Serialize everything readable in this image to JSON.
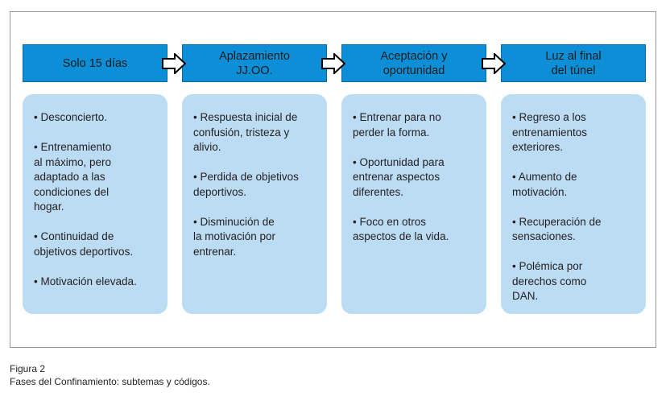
{
  "phases": [
    {
      "title": "Solo 15 días",
      "items": [
        "Desconcierto.",
        "Entrenamiento\n  al máximo, pero\n  adaptado a las\n  condiciones del\n  hogar.",
        "Continuidad de\n  objetivos deportivos.",
        "Motivación elevada."
      ]
    },
    {
      "title": "Aplazamiento\nJJ.OO.",
      "items": [
        "Respuesta inicial de\n  confusión, tristeza y\n  alivio.",
        "Perdida de objetivos\n  deportivos.",
        "Disminución de\n  la motivación por\n  entrenar."
      ]
    },
    {
      "title": "Aceptación y\noportunidad",
      "items": [
        "Entrenar para no\n  perder la forma.",
        "Oportunidad para\n  entrenar aspectos\n  diferentes.",
        "Foco en otros\n  aspectos de la vida."
      ]
    },
    {
      "title": "Luz al final\ndel túnel",
      "items": [
        "Regreso a los\n  entrenamientos\n  exteriores.",
        "Aumento de\n  motivación.",
        "Recuperación de\n  sensaciones.",
        "Polémica por\n  derechos como\n  DAN."
      ]
    }
  ],
  "bullet": "•",
  "caption": {
    "label": "Figura 2",
    "text": "Fases del Confinamiento: subtemas y códigos."
  },
  "colors": {
    "header_fill": "#0c8fd6",
    "card_fill": "#bcdcf3",
    "arrow_fill": "#ffffff",
    "arrow_stroke": "#000000"
  }
}
